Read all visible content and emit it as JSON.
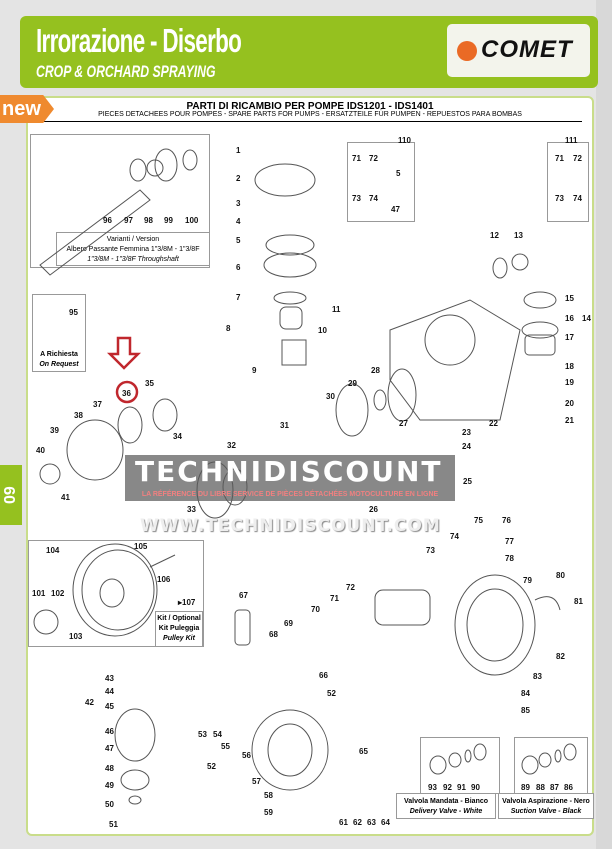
{
  "header": {
    "title": "Irrorazione - Diserbo",
    "subtitle": "CROP & ORCHARD SPRAYING",
    "logo": "COMET",
    "new_badge": "new",
    "section_tab": "09"
  },
  "sheet": {
    "title": "PARTI DI RICAMBIO PER POMPE IDS1201 - IDS1401",
    "subtitle": "PIECES DETACHEES POUR POMPES - SPARE PARTS FOR PUMPS - ERSATZTEILE FÜR PUMPEN - REPUESTOS PARA BOMBAS"
  },
  "captions": {
    "version_1": "Varianti / Version",
    "version_2": "Albero Passante Femmina 1\"3/8M - 1\"3/8F",
    "version_3": "1\"3/8M - 1\"3/8F Throughshaft",
    "request_1": "A Richiesta",
    "request_2": "On Request",
    "kit_1": "Kit / Optional",
    "kit_2": "Kit Puleggia",
    "kit_3": "Pulley Kit",
    "delivery_1": "Valvola Mandata - Bianco",
    "delivery_2": "Delivery Valve - White",
    "suction_1": "Valvola Aspirazione - Nero",
    "suction_2": "Suction Valve - Black"
  },
  "watermark": {
    "name": "TECHNIDISCOUNT",
    "tagline": "LA RÉFÉRENCE DU LIBRE SERVICE DE PIÈCES DÉTACHÉES MOTOCULTURE EN LIGNE",
    "url": "WWW.TECHNIDISCOUNT.COM"
  },
  "parts": [
    "1",
    "2",
    "3",
    "4",
    "5",
    "6",
    "7",
    "8",
    "9",
    "10",
    "11",
    "110",
    "71",
    "72",
    "5",
    "73",
    "74",
    "47",
    "111",
    "71",
    "72",
    "73",
    "74",
    "12",
    "13",
    "15",
    "16",
    "17",
    "14",
    "18",
    "19",
    "20",
    "21",
    "22",
    "23",
    "24",
    "25",
    "26",
    "27",
    "28",
    "29",
    "30",
    "31",
    "32",
    "33",
    "34",
    "35",
    "36",
    "37",
    "38",
    "39",
    "40",
    "41",
    "96",
    "97",
    "98",
    "99",
    "100",
    "95",
    "104",
    "105",
    "106",
    "101",
    "102",
    "103",
    "107",
    "73",
    "74",
    "75",
    "76",
    "77",
    "78",
    "79",
    "80",
    "81",
    "82",
    "83",
    "84",
    "85",
    "72",
    "71",
    "70",
    "69",
    "68",
    "67",
    "66",
    "43",
    "44",
    "45",
    "42",
    "46",
    "47",
    "48",
    "49",
    "50",
    "51",
    "52",
    "52",
    "53",
    "54",
    "55",
    "56",
    "57",
    "58",
    "59",
    "65",
    "61",
    "62",
    "63",
    "64",
    "93",
    "92",
    "91",
    "90",
    "89",
    "88",
    "87",
    "86"
  ],
  "colors": {
    "brand_green": "#95c11f",
    "brand_orange": "#ea6a25",
    "highlight": "#c0272d"
  }
}
